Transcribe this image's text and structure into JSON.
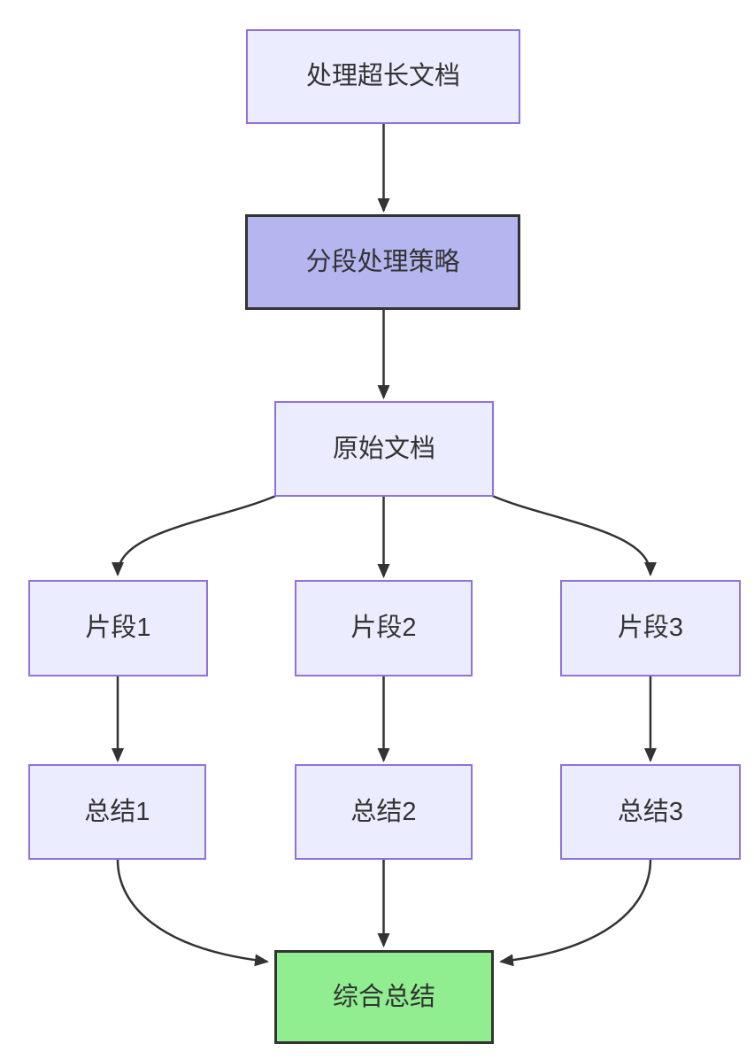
{
  "diagram": {
    "kind": "flowchart",
    "direction": "top-down",
    "nodes": [
      {
        "id": "A",
        "label": "处理超长文档",
        "style": "default"
      },
      {
        "id": "B",
        "label": "分段处理策略",
        "style": "emphasis-purple"
      },
      {
        "id": "C",
        "label": "原始文档",
        "style": "default"
      },
      {
        "id": "D1",
        "label": "片段1",
        "style": "default"
      },
      {
        "id": "D2",
        "label": "片段2",
        "style": "default"
      },
      {
        "id": "D3",
        "label": "片段3",
        "style": "default"
      },
      {
        "id": "E1",
        "label": "总结1",
        "style": "default"
      },
      {
        "id": "E2",
        "label": "总结2",
        "style": "default"
      },
      {
        "id": "E3",
        "label": "总结3",
        "style": "default"
      },
      {
        "id": "F",
        "label": "综合总结",
        "style": "emphasis-green"
      }
    ],
    "edges": [
      {
        "from": "A",
        "to": "B"
      },
      {
        "from": "B",
        "to": "C"
      },
      {
        "from": "C",
        "to": "D1"
      },
      {
        "from": "C",
        "to": "D2"
      },
      {
        "from": "C",
        "to": "D3"
      },
      {
        "from": "D1",
        "to": "E1"
      },
      {
        "from": "D2",
        "to": "E2"
      },
      {
        "from": "D3",
        "to": "E3"
      },
      {
        "from": "E1",
        "to": "F"
      },
      {
        "from": "E2",
        "to": "F"
      },
      {
        "from": "E3",
        "to": "F"
      }
    ],
    "colors": {
      "node_fill": "#ECECFF",
      "node_border": "#9370DB",
      "emphasis_purple_fill": "#b5b5f0",
      "emphasis_green_fill": "#90EE90",
      "emphasis_border": "#333333",
      "edge_stroke": "#333333",
      "text": "#333333",
      "background": "#ffffff"
    }
  }
}
